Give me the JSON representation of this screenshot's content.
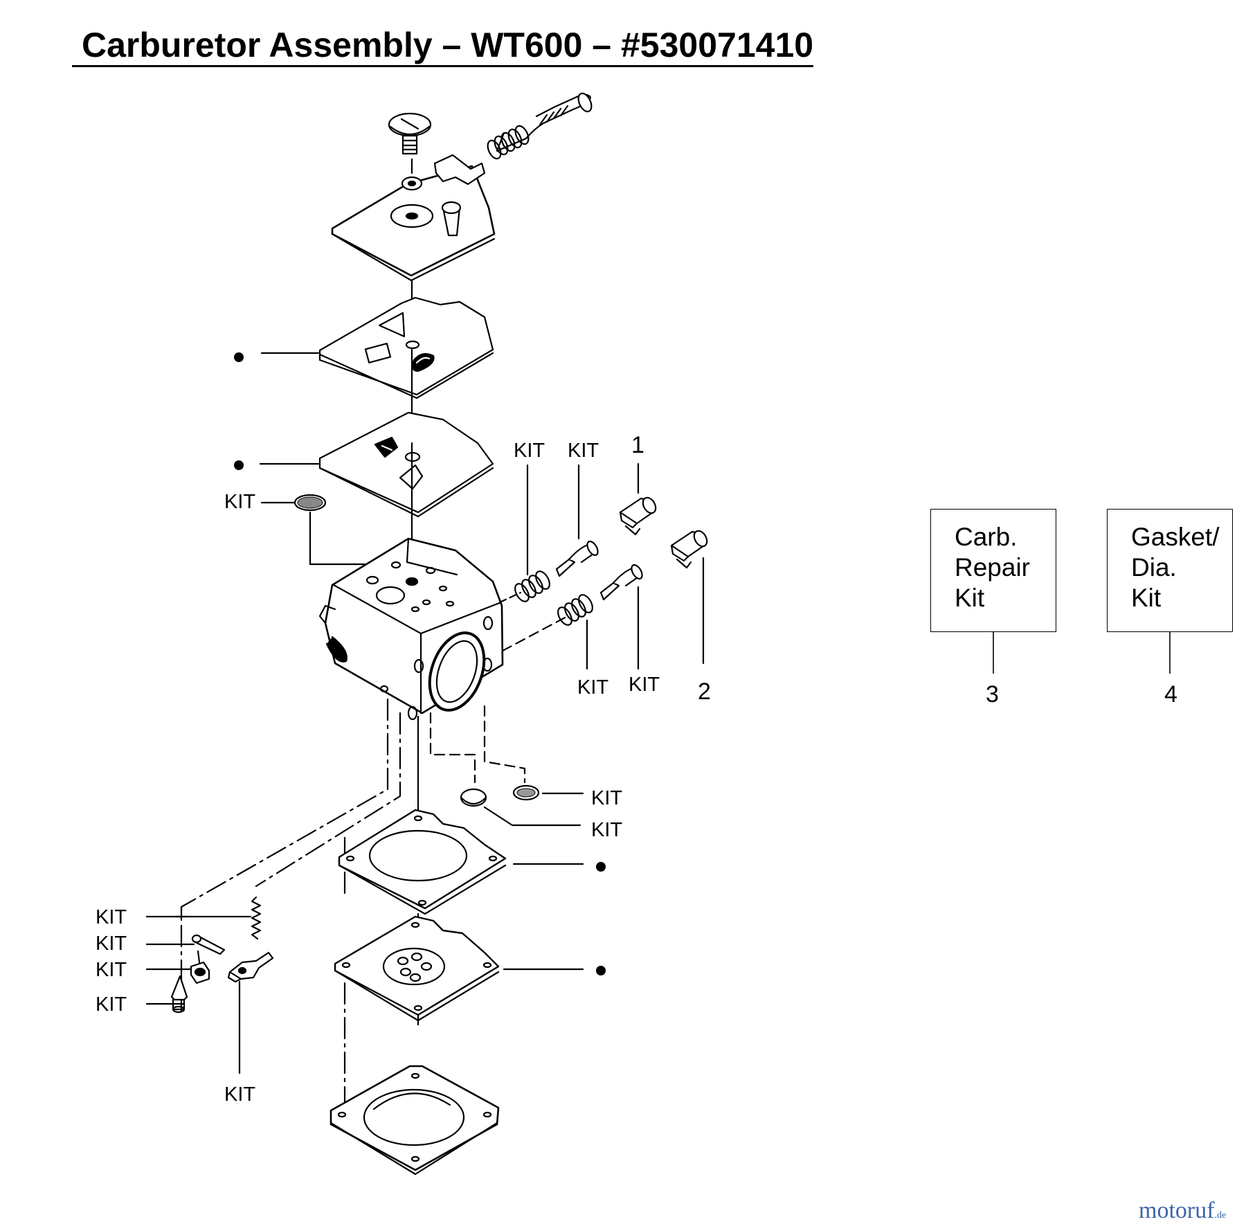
{
  "title": "Carburetor Assembly – WT600 – #530071410",
  "kit_label": "KIT",
  "callouts": {
    "c1": "1",
    "c2": "2",
    "c3": "3",
    "c4": "4"
  },
  "boxes": {
    "repair_kit": [
      "Carb.",
      "Repair",
      "Kit"
    ],
    "gasket_kit": [
      "Gasket/",
      "Dia.",
      "Kit"
    ]
  },
  "watermark": {
    "text": "motoruf",
    "suffix": ".de"
  }
}
